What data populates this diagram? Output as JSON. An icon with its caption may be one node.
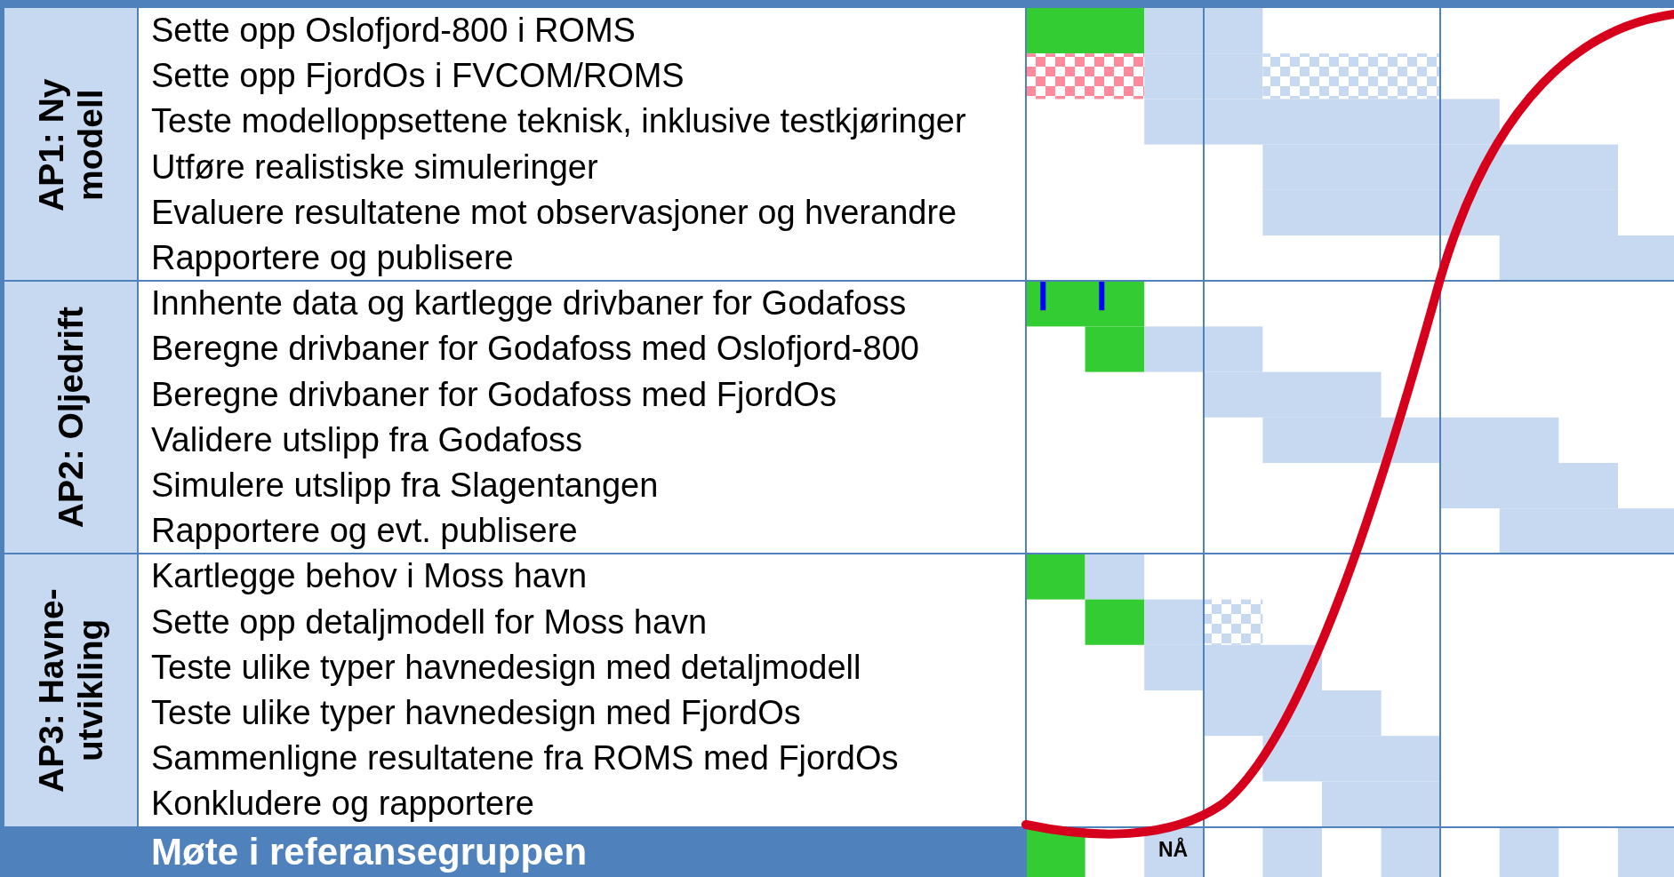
{
  "diagram": {
    "labels": [
      "AP1: Ny modell",
      "Sette opp Oslofjord-800 i ROMS",
      "Sette opp FjordOs i FVCOM/ROMS",
      "Teste modelloppsettene teknisk, inklusive testkjøringer",
      "Utføre realistiske simuleringer",
      "Evaluere resultatene mot observasjoner og hverandre",
      "Rapportere og publisere",
      "AP2: Oljedrift",
      "Innhente data og kartlegge drivbaner for Godafoss",
      "Beregne drivbaner for Godafoss med Oslofjord-800",
      "Beregne drivbaner for Godafoss med FjordOs",
      "Validere utslipp fra Godafoss",
      "Simulere utslipp fra Slagentangen",
      "Rapportere og evt. publisere",
      "AP3: Havne-utvikling",
      "Kartlegge behov i Moss havn",
      "Sette opp detaljmodell for Moss havn",
      "Teste ulike typer havnedesign med detaljmodell",
      "Teste ulike typer havnedesign med FjordOs",
      "Sammenligne resultatene fra ROMS med FjordOs",
      "Konkludere og rapportere",
      "Møte i referansegruppen",
      "NÅ"
    ]
  }
}
